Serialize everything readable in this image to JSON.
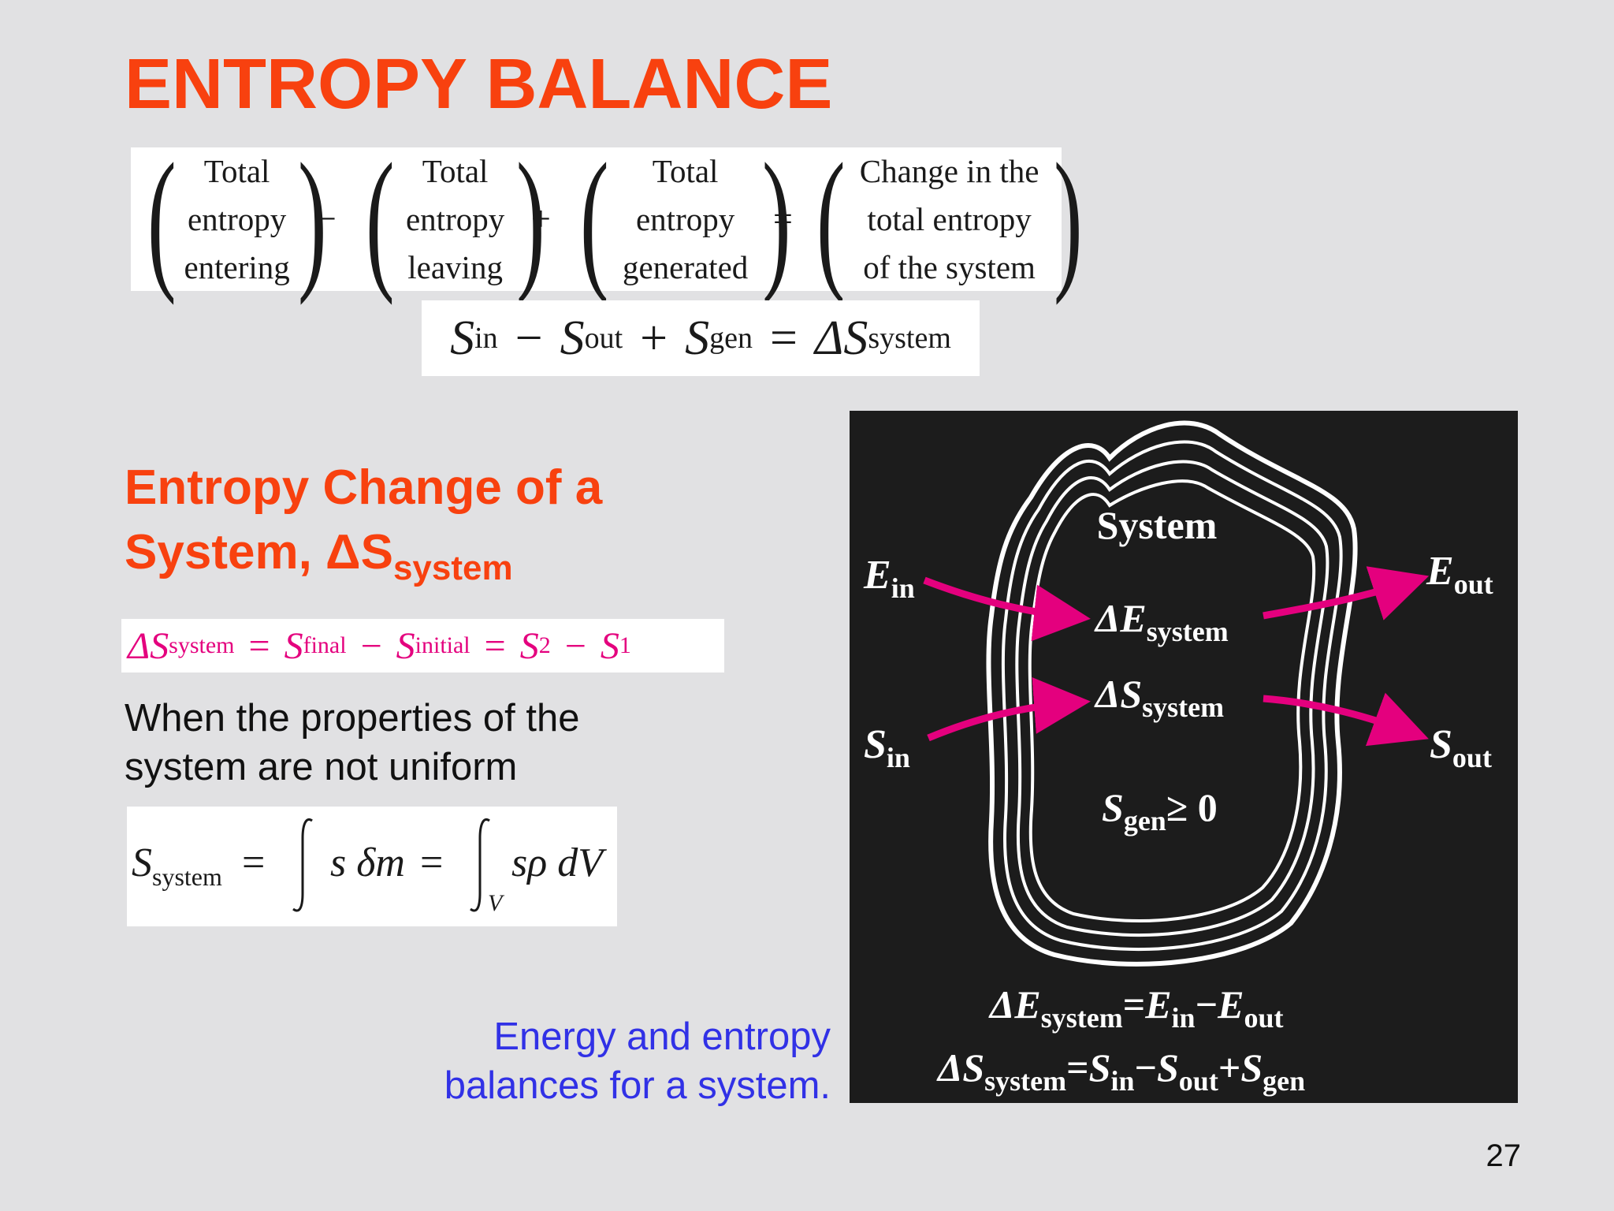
{
  "slide": {
    "title": "ENTROPY BALANCE",
    "page_number": "27",
    "colors": {
      "title": "#f8410f",
      "caption": "#3131e6",
      "highlight_equation": "#e4007e",
      "figure_background": "#1c1c1c",
      "arrow": "#e4007e"
    }
  },
  "word_equation": {
    "term1": [
      "Total",
      "entropy",
      "entering"
    ],
    "op1": "−",
    "term2": [
      "Total",
      "entropy",
      "leaving"
    ],
    "op2": "+",
    "term3": [
      "Total",
      "entropy",
      "generated"
    ],
    "op3": "=",
    "term4": [
      "Change in the",
      "total entropy",
      "of the system"
    ]
  },
  "symbol_equation": {
    "s_in": "S",
    "s_in_sub": "in",
    "minus": "−",
    "s_out": "S",
    "s_out_sub": "out",
    "plus": "+",
    "s_gen": "S",
    "s_gen_sub": "gen",
    "equals": "=",
    "delta_s": "ΔS",
    "delta_s_sub": "system"
  },
  "section": {
    "heading_line1": "Entropy Change of a",
    "heading_line2": "System, ΔS",
    "heading_sub": "system",
    "delta_equation": {
      "lhs": "ΔS",
      "lhs_sub": "system",
      "eq1": "=",
      "t1": "S",
      "t1_sub": "final",
      "minus1": "−",
      "t2": "S",
      "t2_sub": "initial",
      "eq2": "=",
      "t3": "S",
      "t3_sub": "2",
      "minus2": "−",
      "t4": "S",
      "t4_sub": "1"
    },
    "nonuniform_text_line1": "When the properties of the",
    "nonuniform_text_line2": "system are not uniform",
    "integral_equation": {
      "lhs": "S",
      "lhs_sub": "system",
      "eq1": "=",
      "integrand1": "s δm",
      "eq2": "=",
      "integrand2": "sρ dV",
      "limit": "V"
    }
  },
  "figure": {
    "system_label": "System",
    "delta_e": "ΔE",
    "delta_e_sub": "system",
    "delta_s": "ΔS",
    "delta_s_sub": "system",
    "sgen": "S",
    "sgen_sub": "gen",
    "sgen_rel": "≥ 0",
    "e_in": "E",
    "e_in_sub": "in",
    "s_in": "S",
    "s_in_sub": "in",
    "e_out": "E",
    "e_out_sub": "out",
    "s_out": "S",
    "s_out_sub": "out",
    "balance1": {
      "lhs": "ΔE",
      "lhs_sub": "system",
      "eq": "=",
      "a": "E",
      "a_sub": "in",
      "op": "−",
      "b": "E",
      "b_sub": "out"
    },
    "balance2": {
      "lhs": "ΔS",
      "lhs_sub": "system",
      "eq": "=",
      "a": "S",
      "a_sub": "in",
      "op1": "−",
      "b": "S",
      "b_sub": "out",
      "op2": "+",
      "c": "S",
      "c_sub": "gen"
    }
  },
  "caption": {
    "line1": "Energy and entropy",
    "line2": "balances for a system."
  }
}
